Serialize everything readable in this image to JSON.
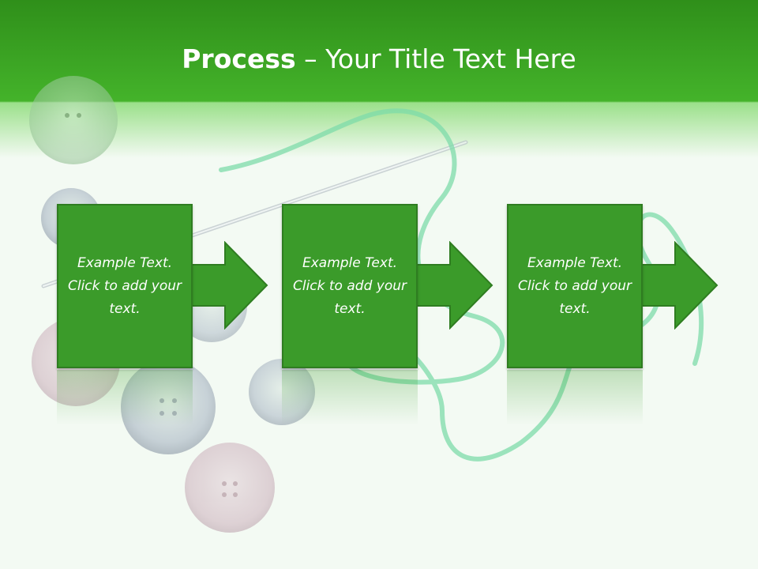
{
  "slide": {
    "title_bold": "Process",
    "title_rest": " – Your Title Text Here"
  },
  "steps": [
    {
      "text": "Example Text. Click  to add your text."
    },
    {
      "text": "Example Text. Click  to add your text."
    },
    {
      "text": "Example Text. Click  to add your text."
    }
  ],
  "colors": {
    "title_bar": "#3aa820",
    "box_fill": "#3b9b2a",
    "box_border": "#2f7d21",
    "thread": "#7ddba9",
    "background": "#f3faf3"
  }
}
